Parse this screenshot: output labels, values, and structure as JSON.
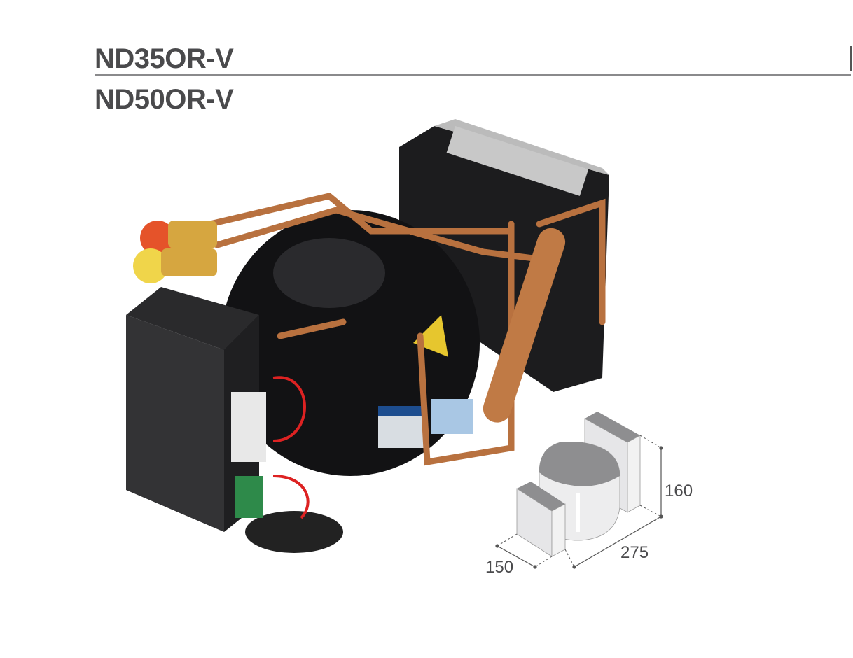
{
  "header": {
    "model_1": "ND35OR-V",
    "model_2": "ND50OR-V"
  },
  "dimensions": {
    "height": "160",
    "length": "275",
    "width": "150"
  },
  "colors": {
    "title": "#4a4a4c",
    "rule": "#8a8a8c"
  }
}
